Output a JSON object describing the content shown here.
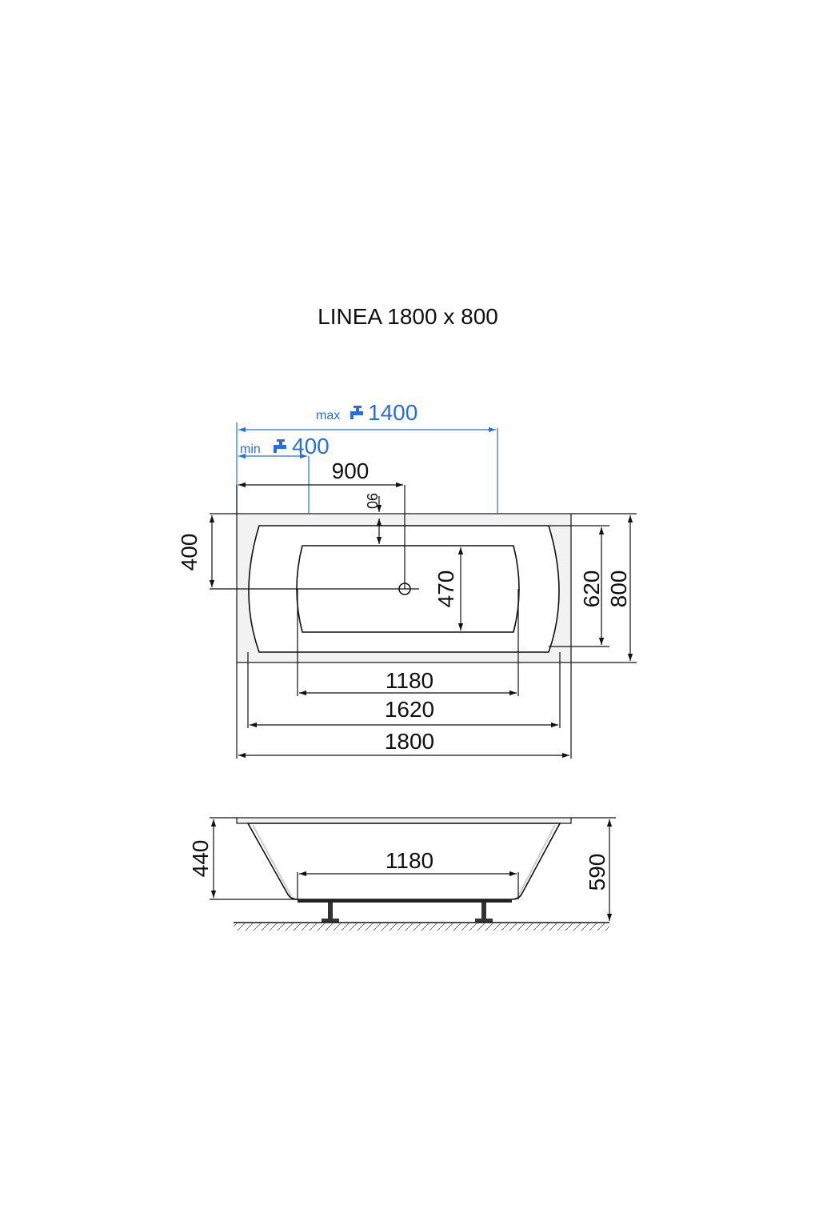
{
  "title": "LINEA 1800 x 800",
  "top_view": {
    "faucet_max": {
      "label": "max",
      "value": "1400"
    },
    "faucet_min": {
      "label": "min",
      "value": "400"
    },
    "drain_offset_x": "900",
    "drain_offset_top": "90",
    "drain_offset_y": "400",
    "inner_floor_width": "470",
    "inner_width": "620",
    "outer_width": "800",
    "bottom_length": "1180",
    "inner_length": "1620",
    "outer_length": "1800"
  },
  "side_view": {
    "depth": "440",
    "bottom_length": "1180",
    "total_height": "590"
  },
  "colors": {
    "line": "#111111",
    "faucet_dim": "#2a6fd6",
    "rim_fill": "#f2f2f2"
  },
  "icons": [
    "faucet-icon"
  ]
}
